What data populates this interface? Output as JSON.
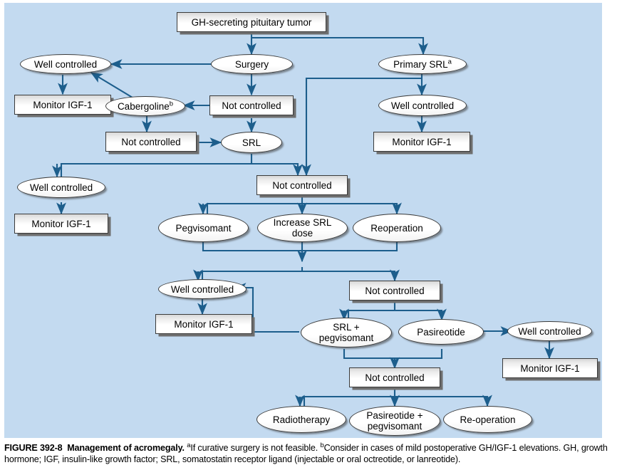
{
  "figure": {
    "panel_bg": "#c3daf0",
    "wire_color": "#1d5e8c",
    "caption_label": "FIGURE 392-8",
    "caption_title": "Management of acromegaly.",
    "caption_note_a_sup": "a",
    "caption_note_a": "If curative surgery is not feasible.",
    "caption_note_b_sup": "b",
    "caption_note_b": "Consider in cases of mild postoperative GH/IGF-1 elevations. GH, growth hormone; IGF, insulin-like growth factor; SRL, somatostatin receptor ligand (injectable or oral octreotide, or lanreotide)."
  },
  "nodes": {
    "tumor": "GH-secreting pituitary tumor",
    "surgery": "Surgery",
    "primary_srl": "Primary SRL",
    "primary_srl_sup": "a",
    "wc_surgery": "Well controlled",
    "monitor_1": "Monitor IGF-1",
    "nc_surgery": "Not controlled",
    "cabergoline": "Cabergoline",
    "cabergoline_sup": "b",
    "wc_primary": "Well controlled",
    "monitor_2": "Monitor IGF-1",
    "nc_cabergoline": "Not controlled",
    "srl": "SRL",
    "wc_srl": "Well controlled",
    "monitor_3": "Monitor IGF-1",
    "nc_srl": "Not controlled",
    "pegvisomant": "Pegvisomant",
    "increase_srl": "Increase SRL\ndose",
    "reoperation": "Reoperation",
    "wc_second": "Well controlled",
    "monitor_4": "Monitor IGF-1",
    "nc_second": "Not controlled",
    "srl_peg": "SRL +\npegvisomant",
    "pasireotide": "Pasireotide",
    "wc_pasireotide": "Well controlled",
    "monitor_5": "Monitor IGF-1",
    "nc_third": "Not controlled",
    "radiotherapy": "Radiotherapy",
    "pasireotide_peg": "Pasireotide +\npegvisomant",
    "re_operation": "Re-operation"
  }
}
